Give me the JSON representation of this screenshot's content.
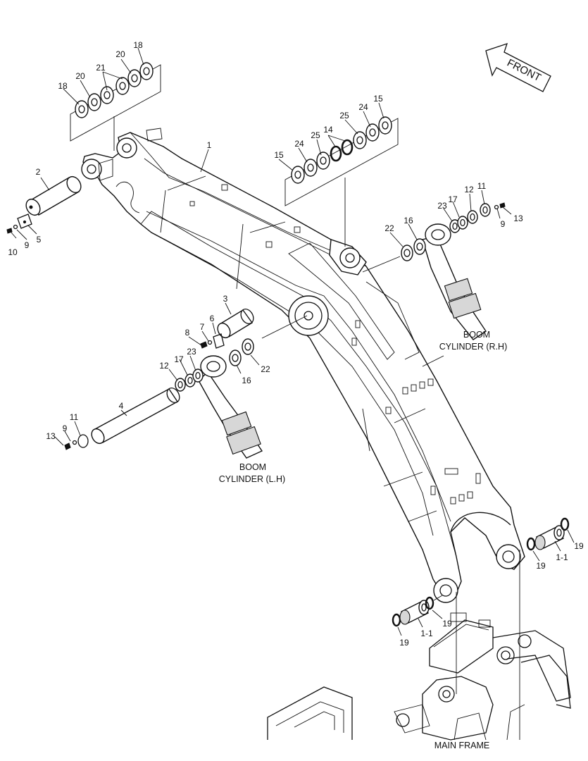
{
  "direction_label": "FRONT",
  "captions": {
    "boom_cylinder_rh": [
      "BOOM",
      "CYLINDER (R.H)"
    ],
    "boom_cylinder_lh": [
      "BOOM",
      "CYLINDER (L.H)"
    ],
    "main_frame": "MAIN FRAME"
  },
  "callouts": {
    "boom": "1",
    "pin_2": "2",
    "pin_3": "3",
    "pin_4": "4",
    "plate_5": "5",
    "plate_6": "6",
    "washer_7": "7",
    "bolt_8": "8",
    "washer_9_left": "9",
    "washer_9_right": "9",
    "washer_9_lower": "9",
    "bolt_10": "10",
    "plate_11_right": "11",
    "plate_11_lower": "11",
    "seal_12_right": "12",
    "seal_12_left": "12",
    "bolt_13_right": "13",
    "bolt_13_lower": "13",
    "oring_14": "14",
    "shim_15_left": "15",
    "shim_15_right": "15",
    "shim_16_right": "16",
    "shim_16_left": "16",
    "seal_17_right": "17",
    "seal_17_left": "17",
    "shim_18_left": "18",
    "shim_18_right": "18",
    "ring_19_a": "19",
    "ring_19_b": "19",
    "ring_19_c": "19",
    "ring_19_d": "19",
    "shim_20_left": "20",
    "shim_20_right": "20",
    "shim_21": "21",
    "shim_22_right": "22",
    "shim_22_left": "22",
    "shim_23_right": "23",
    "shim_23_left": "23",
    "shim_24_left": "24",
    "shim_24_right": "24",
    "shim_25_left": "25",
    "shim_25_right": "25",
    "bushing_1_1_right": "1-1",
    "bushing_1_1_left": "1-1"
  }
}
